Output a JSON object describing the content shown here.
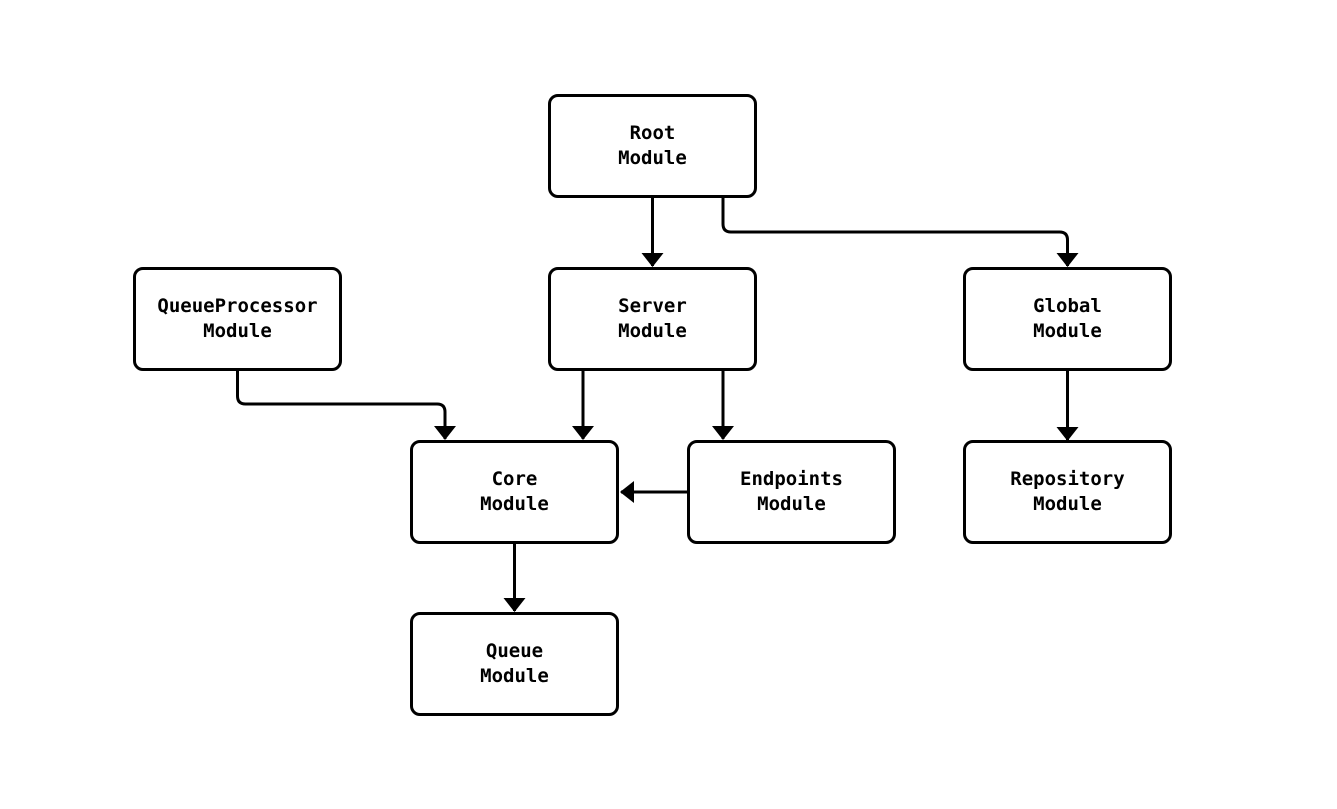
{
  "diagram": {
    "type": "module-dependency-graph",
    "background_color": "#ffffff",
    "node_fill": "#ffffff",
    "stroke_color": "#000000",
    "nodes": {
      "root": {
        "line1": "Root",
        "line2": "Module"
      },
      "queueprocessor": {
        "line1": "QueueProcessor",
        "line2": "Module"
      },
      "server": {
        "line1": "Server",
        "line2": "Module"
      },
      "global": {
        "line1": "Global",
        "line2": "Module"
      },
      "core": {
        "line1": "Core",
        "line2": "Module"
      },
      "endpoints": {
        "line1": "Endpoints",
        "line2": "Module"
      },
      "repository": {
        "line1": "Repository",
        "line2": "Module"
      },
      "queue": {
        "line1": "Queue",
        "line2": "Module"
      }
    },
    "edges": [
      {
        "from": "Root Module",
        "to": "Server Module"
      },
      {
        "from": "Root Module",
        "to": "Global Module"
      },
      {
        "from": "QueueProcessor Module",
        "to": "Core Module"
      },
      {
        "from": "Server Module",
        "to": "Core Module"
      },
      {
        "from": "Server Module",
        "to": "Endpoints Module"
      },
      {
        "from": "Endpoints Module",
        "to": "Core Module"
      },
      {
        "from": "Global Module",
        "to": "Repository Module"
      },
      {
        "from": "Core Module",
        "to": "Queue Module"
      }
    ]
  }
}
